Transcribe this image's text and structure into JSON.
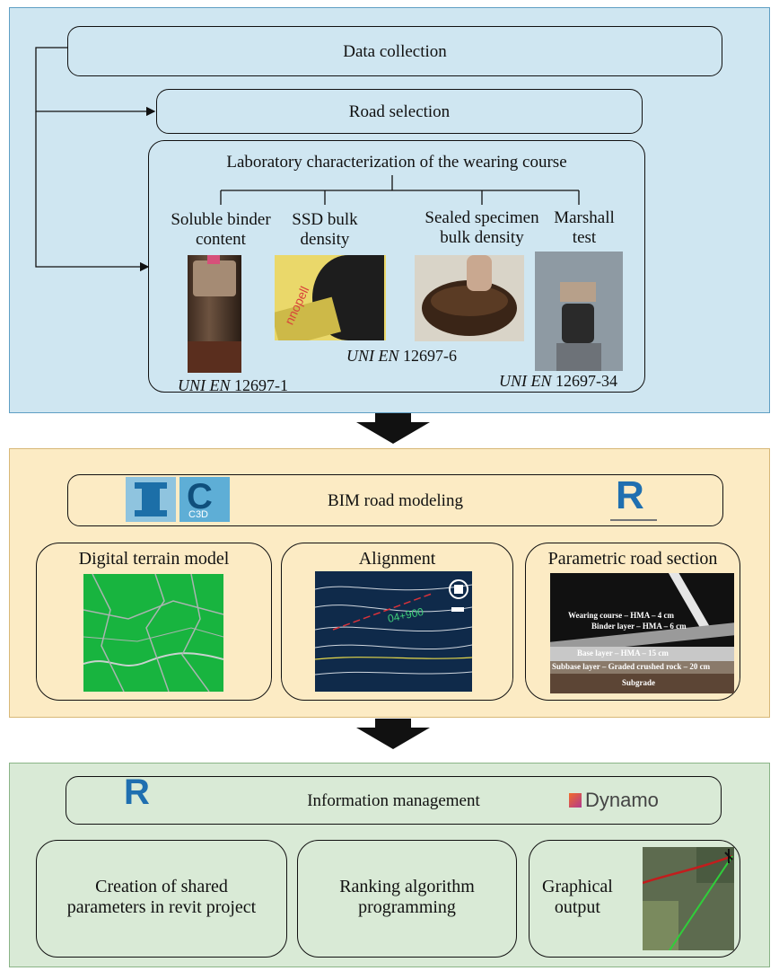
{
  "stage1": {
    "data_collection": "Data collection",
    "road_selection": "Road selection",
    "lab_title": "Laboratory characterization of the wearing course",
    "tests": [
      {
        "line1": "Soluble binder",
        "line2": "content"
      },
      {
        "line1": "SSD bulk",
        "line2": "density"
      },
      {
        "line1": "Sealed specimen",
        "line2": "bulk density"
      },
      {
        "line1": "Marshall",
        "line2": "test"
      }
    ],
    "photo_text": "nnopell",
    "standards": [
      {
        "prefix": "UNI EN",
        "code": "12697-1"
      },
      {
        "prefix": "UNI EN",
        "code": "12697-6"
      },
      {
        "prefix": "UNI EN",
        "code": "12697-34"
      }
    ]
  },
  "stage2": {
    "title": "BIM road modeling",
    "logo_c3d": "C3D",
    "logo_r": "R",
    "sub_boxes": [
      "Digital terrain model",
      "Alignment",
      "Parametric road section"
    ],
    "alignment_station": "04+900",
    "section_layers": [
      "Wearing course – HMA – 4 cm",
      "Binder layer – HMA – 6 cm",
      "Base layer – HMA – 15 cm",
      "Subbase layer – Graded crushed rock – 20 cm",
      "Subgrade"
    ]
  },
  "stage3": {
    "title": "Information management",
    "logo_r": "R",
    "dynamo": "Dynamo",
    "sub_boxes": [
      {
        "line1": "Creation of shared",
        "line2": "parameters in revit project"
      },
      {
        "line1": "Ranking algorithm",
        "line2": "programming"
      },
      {
        "line1": "Graphical",
        "line2": "output"
      }
    ]
  },
  "colors": {
    "panel1": "#cfe6f1",
    "panel2": "#fcebc4",
    "panel3": "#d9ead6",
    "terrain_green": "#18b43f",
    "alignment_bg": "#0f2a4a"
  }
}
